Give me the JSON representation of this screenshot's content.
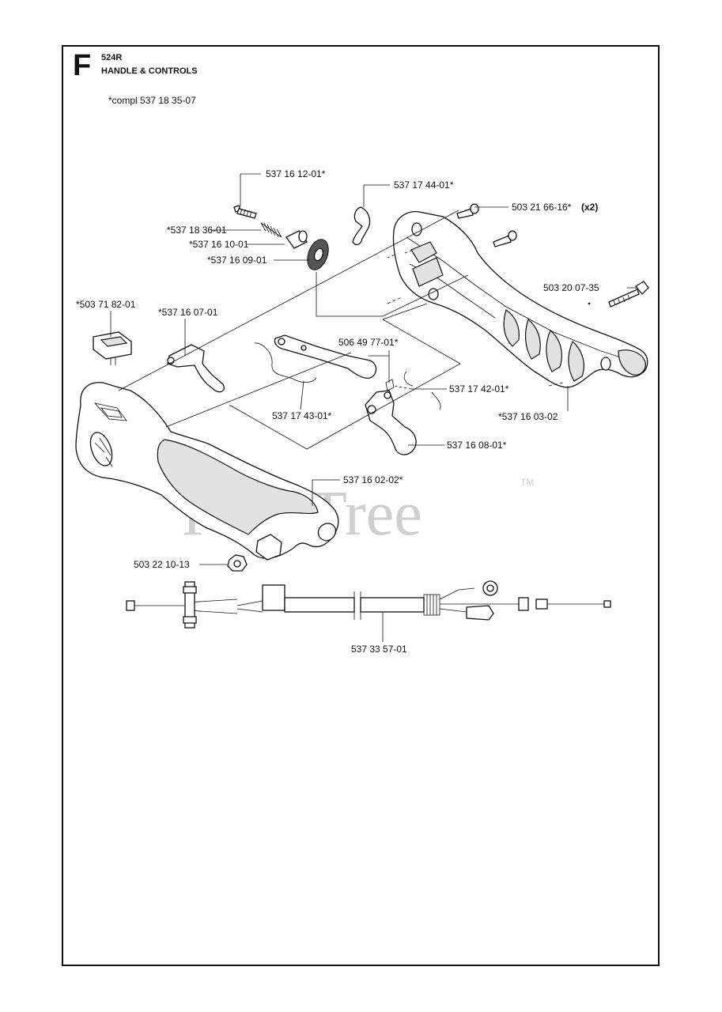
{
  "header": {
    "section_letter": "F",
    "model": "524R",
    "title": "HANDLE & CONTROLS",
    "compl_note": "*compl 537 18 35-07"
  },
  "watermark": {
    "text": "PartsTree",
    "tm": "TM"
  },
  "parts": [
    {
      "id": "p1",
      "label": "537 16 12-01*"
    },
    {
      "id": "p2",
      "label": "537 17 44-01*"
    },
    {
      "id": "p3",
      "label": "503 21 66-16*",
      "qty": "(x2)"
    },
    {
      "id": "p4",
      "label": "*537 18 36-01"
    },
    {
      "id": "p5",
      "label": "*537 16 10-01"
    },
    {
      "id": "p6",
      "label": "*537 16 09-01"
    },
    {
      "id": "p7",
      "label": "503 20 07-35"
    },
    {
      "id": "p8",
      "label": "*503 71 82-01"
    },
    {
      "id": "p9",
      "label": "*537 16 07-01"
    },
    {
      "id": "p10",
      "label": "506 49 77-01*"
    },
    {
      "id": "p11",
      "label": "537 17 42-01*"
    },
    {
      "id": "p12",
      "label": "537 17 43-01*"
    },
    {
      "id": "p13",
      "label": "*537 16 03-02"
    },
    {
      "id": "p14",
      "label": "537 16 08-01*"
    },
    {
      "id": "p15",
      "label": "537 16 02-02*"
    },
    {
      "id": "p16",
      "label": "503 22 10-13"
    },
    {
      "id": "p17",
      "label": "537 33 57-01"
    }
  ]
}
